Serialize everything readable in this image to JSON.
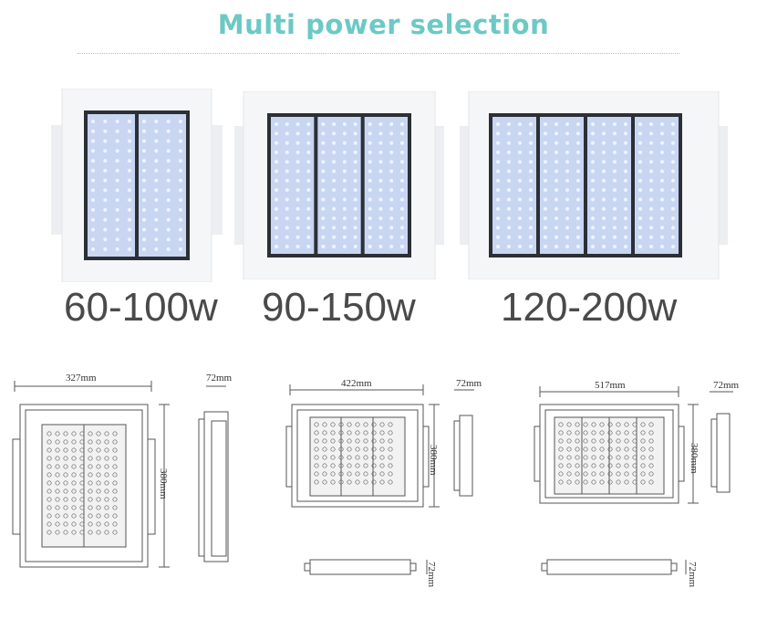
{
  "header": {
    "title": "Multi power selection",
    "title_color": "#6cc9c3"
  },
  "products": [
    {
      "power_label": "60-100w",
      "modules": 2,
      "dims": {
        "width": "327mm",
        "depth": "72mm",
        "height": "380mm"
      }
    },
    {
      "power_label": "90-150w",
      "modules": 3,
      "dims": {
        "width": "422mm",
        "depth": "72mm",
        "height": "380mm"
      }
    },
    {
      "power_label": "120-200w",
      "modules": 4,
      "dims": {
        "width": "517mm",
        "depth": "72mm",
        "height": "380mm"
      }
    }
  ],
  "colors": {
    "housing": "#f4f5f7",
    "led_panel": "#c9d6f2",
    "frame": "#2b2f36",
    "drawing_line": "#555555"
  }
}
